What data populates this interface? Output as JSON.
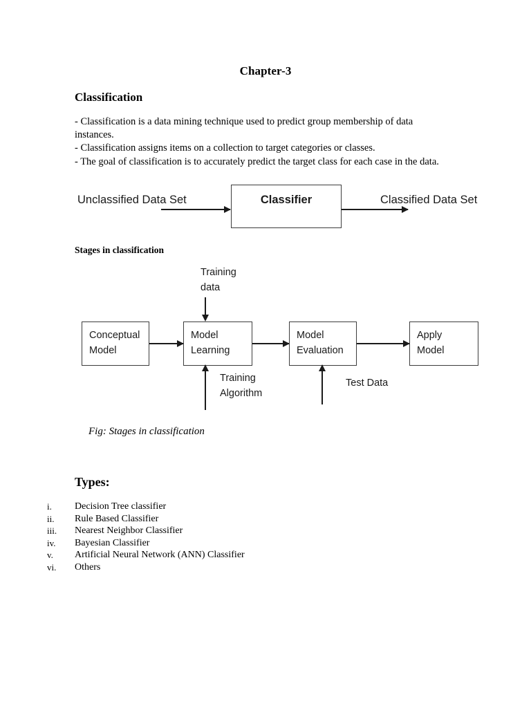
{
  "document": {
    "chapter_title": "Chapter-3",
    "section_heading": "Classification",
    "paragraph_lines": [
      "- Classification is a data mining technique used to predict group membership of data",
      "instances.",
      "- Classification assigns items on a collection to target categories or classes.",
      "- The goal of classification is to accurately predict the target class for each case in the data."
    ],
    "stages_heading": "Stages in classification",
    "figure_caption": "Fig: Stages in classification",
    "types_heading": "Types:"
  },
  "classifier_diagram": {
    "input_label": "Unclassified Data Set",
    "box_label": "Classifier",
    "output_label": "Classified Data Set"
  },
  "stages_diagram": {
    "boxes": [
      {
        "line1": "Conceptual",
        "line2": "Model"
      },
      {
        "line1": "Model",
        "line2": "Learning"
      },
      {
        "line1": "Model",
        "line2": "Evaluation"
      },
      {
        "line1": "Apply",
        "line2": "Model"
      }
    ],
    "training_data_line1": "Training",
    "training_data_line2": "data",
    "training_algorithm_line1": "Training",
    "training_algorithm_line2": "Algorithm",
    "test_data_label": "Test Data"
  },
  "types_list": [
    {
      "numeral": "i.",
      "label": "Decision Tree classifier"
    },
    {
      "numeral": "ii.",
      "label": "Rule Based Classifier"
    },
    {
      "numeral": "iii.",
      "label": "Nearest Neighbor Classifier"
    },
    {
      "numeral": "iv.",
      "label": "Bayesian Classifier"
    },
    {
      "numeral": "v.",
      "label": "Artificial Neural Network (ANN) Classifier"
    },
    {
      "numeral": "vi.",
      "label": "Others"
    }
  ],
  "colors": {
    "page_background": "#ffffff",
    "text": "#000000",
    "diagram_stroke": "#1a1a1a",
    "box_border": "#3c3c3c"
  }
}
